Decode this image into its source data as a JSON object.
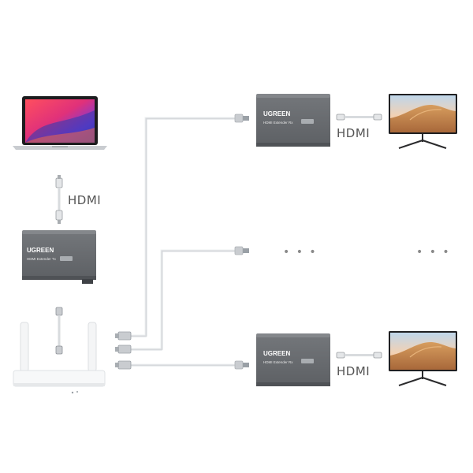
{
  "labels": {
    "hdmi_source": "HDMI",
    "hdmi_receiver_1": "HDMI",
    "hdmi_receiver_2": "HDMI",
    "ellipsis_middle": "• • •",
    "ellipsis_right": "• • •"
  },
  "devices": {
    "transmitter": {
      "brand": "UGREEN",
      "model": "HDMI Extender Tx"
    },
    "receiver_1": {
      "brand": "UGREEN",
      "model": "HDMI Extender Rx"
    },
    "receiver_2": {
      "brand": "UGREEN",
      "model": "HDMI Extender Rx"
    }
  },
  "colors": {
    "device_body": "#6b6e72",
    "device_shade": "#55585c",
    "cable": "#d9dcdf",
    "screen_sky": "#f3c5a0",
    "screen_sand": "#c98a4a",
    "laptop_screen": "#c4307a"
  }
}
